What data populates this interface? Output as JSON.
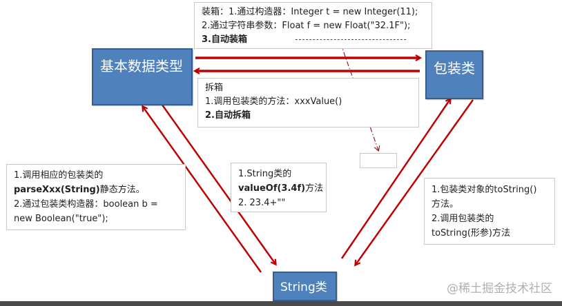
{
  "nodes": {
    "primitive": {
      "label": "基本数据类型"
    },
    "wrapper": {
      "label": "包装类"
    },
    "string": {
      "label": "String类"
    }
  },
  "notes": {
    "boxing": {
      "lines": [
        "装箱：1.通过构造器：Integer t = new Integer(11);",
        "2.通过字符串参数：Float f = new Float(\"32.1F\");",
        "3.自动装箱"
      ]
    },
    "unboxing": {
      "lines": [
        "拆箱",
        "1.调用包装类的方法：xxxValue()",
        "2.自动拆箱"
      ]
    },
    "string_to_primitive": {
      "line1": "1.调用相应的包装类的",
      "line2_bold": "parseXxx(String)",
      "line2_rest": "静态方法。",
      "line3": "2.通过包装类构造器：boolean b =",
      "line4": "new Boolean(\"true\");"
    },
    "primitive_to_string": {
      "line1": "1.String类的",
      "line2_bold": "valueOf(3.4f)",
      "line2_rest": "方法",
      "line3": "2. 23.4+\"\""
    },
    "wrapper_to_string": {
      "line1": "1.包装类对象的toString()",
      "line2": "方法。",
      "line3": "2.调用包装类的",
      "line4": "toString(形参)方法"
    }
  },
  "watermark": "@稀土掘金技术社区",
  "colors": {
    "node_fill": "#4f81bd",
    "node_border": "#385d8a",
    "arrow": "#c00000",
    "note_border": "#c8c8c8"
  }
}
